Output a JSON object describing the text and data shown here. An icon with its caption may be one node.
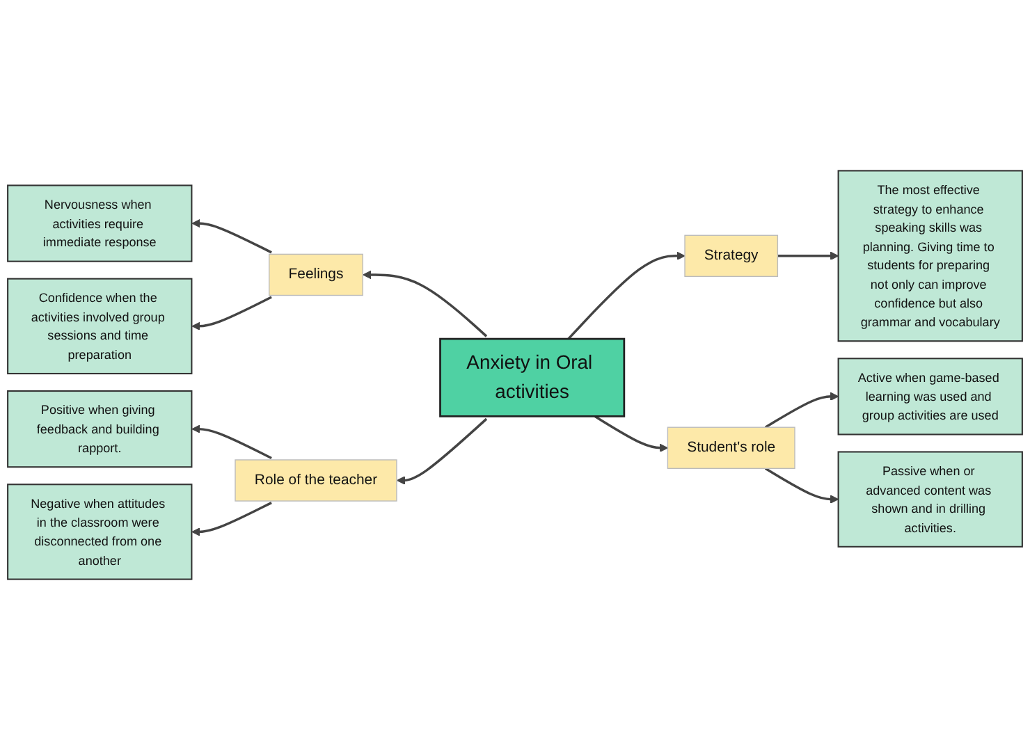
{
  "diagram": {
    "nodes": [
      {
        "text": [
          "Anxiety in Oral activities"
        ]
      },
      {
        "text": [
          "Feelings"
        ]
      },
      {
        "text": [
          "Nervousness when activities require immediate response"
        ]
      },
      {
        "text": [
          "Confidence when the activities involved group sessions and time preparation"
        ]
      },
      {
        "text": [
          "Strategy"
        ]
      },
      {
        "text": [
          "The most effective strategy to enhance speaking skills was planning. Giving time to students for preparing not only can improve confidence but also grammar and vocabulary"
        ]
      },
      {
        "text": [
          "Role of the teacher"
        ]
      },
      {
        "text": [
          "Positive when giving feedback and building rapport."
        ]
      },
      {
        "text": [
          "Negative when attitudes in the classroom were disconnected from one another"
        ]
      },
      {
        "text": [
          "Student's role"
        ]
      },
      {
        "text": [
          "Active when game-based learning was used and group activities are used"
        ]
      },
      {
        "text": [
          "Passive when or advanced content was shown and in drilling activities."
        ]
      }
    ],
    "edges": [
      {
        "from": 0,
        "to": 1,
        "arrow": "to"
      },
      {
        "from": 1,
        "to": 2,
        "arrow": "to"
      },
      {
        "from": 1,
        "to": 3,
        "arrow": "to"
      },
      {
        "from": 0,
        "to": 4,
        "arrow": "to"
      },
      {
        "from": 4,
        "to": 5,
        "arrow": "to"
      },
      {
        "from": 0,
        "to": 6,
        "arrow": "to"
      },
      {
        "from": 6,
        "to": 7,
        "arrow": "to"
      },
      {
        "from": 6,
        "to": 8,
        "arrow": "to"
      },
      {
        "from": 0,
        "to": 9,
        "arrow": "to"
      },
      {
        "from": 9,
        "to": 10,
        "arrow": "to"
      },
      {
        "from": 9,
        "to": 11,
        "arrow": "to"
      }
    ]
  }
}
